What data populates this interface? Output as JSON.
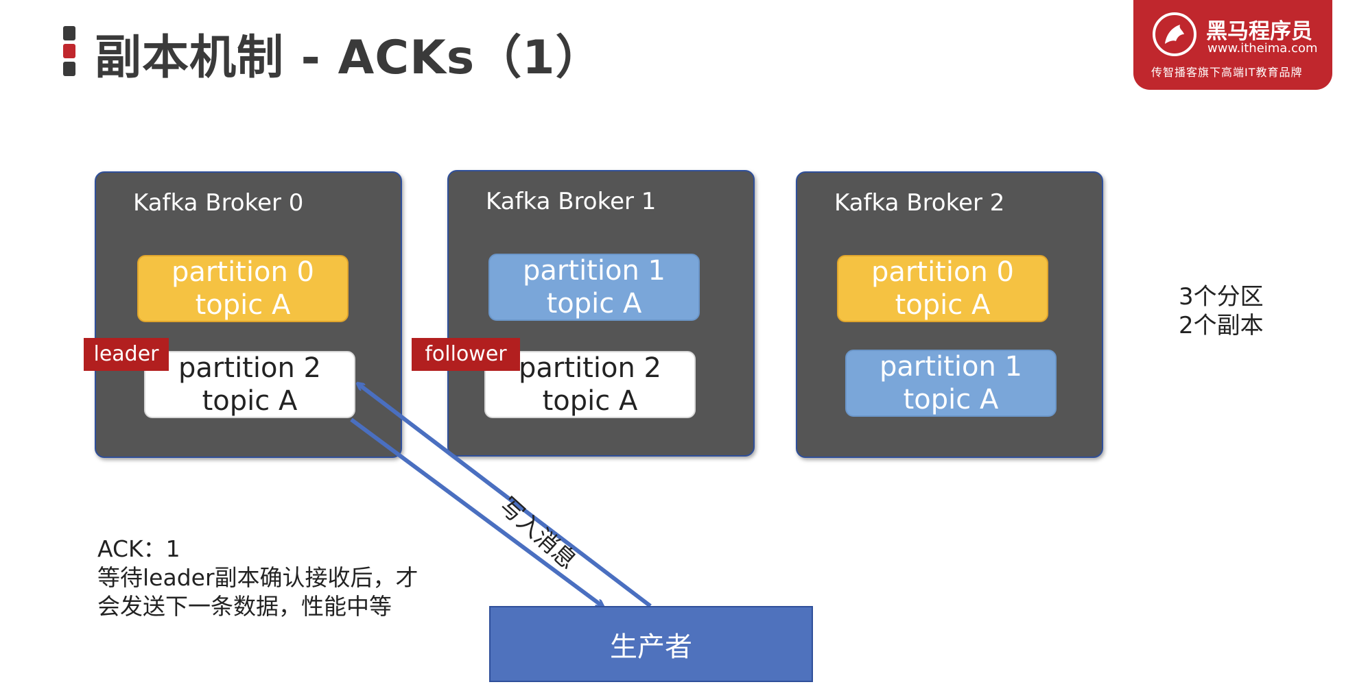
{
  "title": "副本机制 - ACKs（1）",
  "logo": {
    "name": "黑马程序员",
    "url": "www.itheima.com",
    "slogan": "传智播客旗下高端IT教育品牌"
  },
  "brokers": [
    {
      "label": "Kafka Broker 0",
      "partitions": [
        {
          "line1": "partition 0",
          "line2": "topic A",
          "color": "#f5c242"
        },
        {
          "line1": "partition 2",
          "line2": "topic A",
          "color": "#ffffff"
        }
      ],
      "tag": "leader"
    },
    {
      "label": "Kafka Broker 1",
      "partitions": [
        {
          "line1": "partition 1",
          "line2": "topic A",
          "color": "#7aa6d9"
        },
        {
          "line1": "partition 2",
          "line2": "topic A",
          "color": "#ffffff"
        }
      ],
      "tag": "follower"
    },
    {
      "label": "Kafka Broker 2",
      "partitions": [
        {
          "line1": "partition 0",
          "line2": "topic A",
          "color": "#f5c242"
        },
        {
          "line1": "partition 1",
          "line2": "topic A",
          "color": "#7aa6d9"
        }
      ]
    }
  ],
  "side_note": [
    "3个分区",
    "2个副本"
  ],
  "ack_note": [
    "ACK：1",
    "等待leader副本确认接收后，才",
    "会发送下一条数据，性能中等"
  ],
  "arrow_label": "写入消息",
  "producer": "生产者",
  "colors": {
    "broker_bg": "#555555",
    "broker_border": "#2f4f9a",
    "tag_red": "#b21f1f",
    "logo_red": "#c0272d",
    "arrow_blue": "#4a6fc0",
    "producer_blue": "#4f72bd"
  }
}
